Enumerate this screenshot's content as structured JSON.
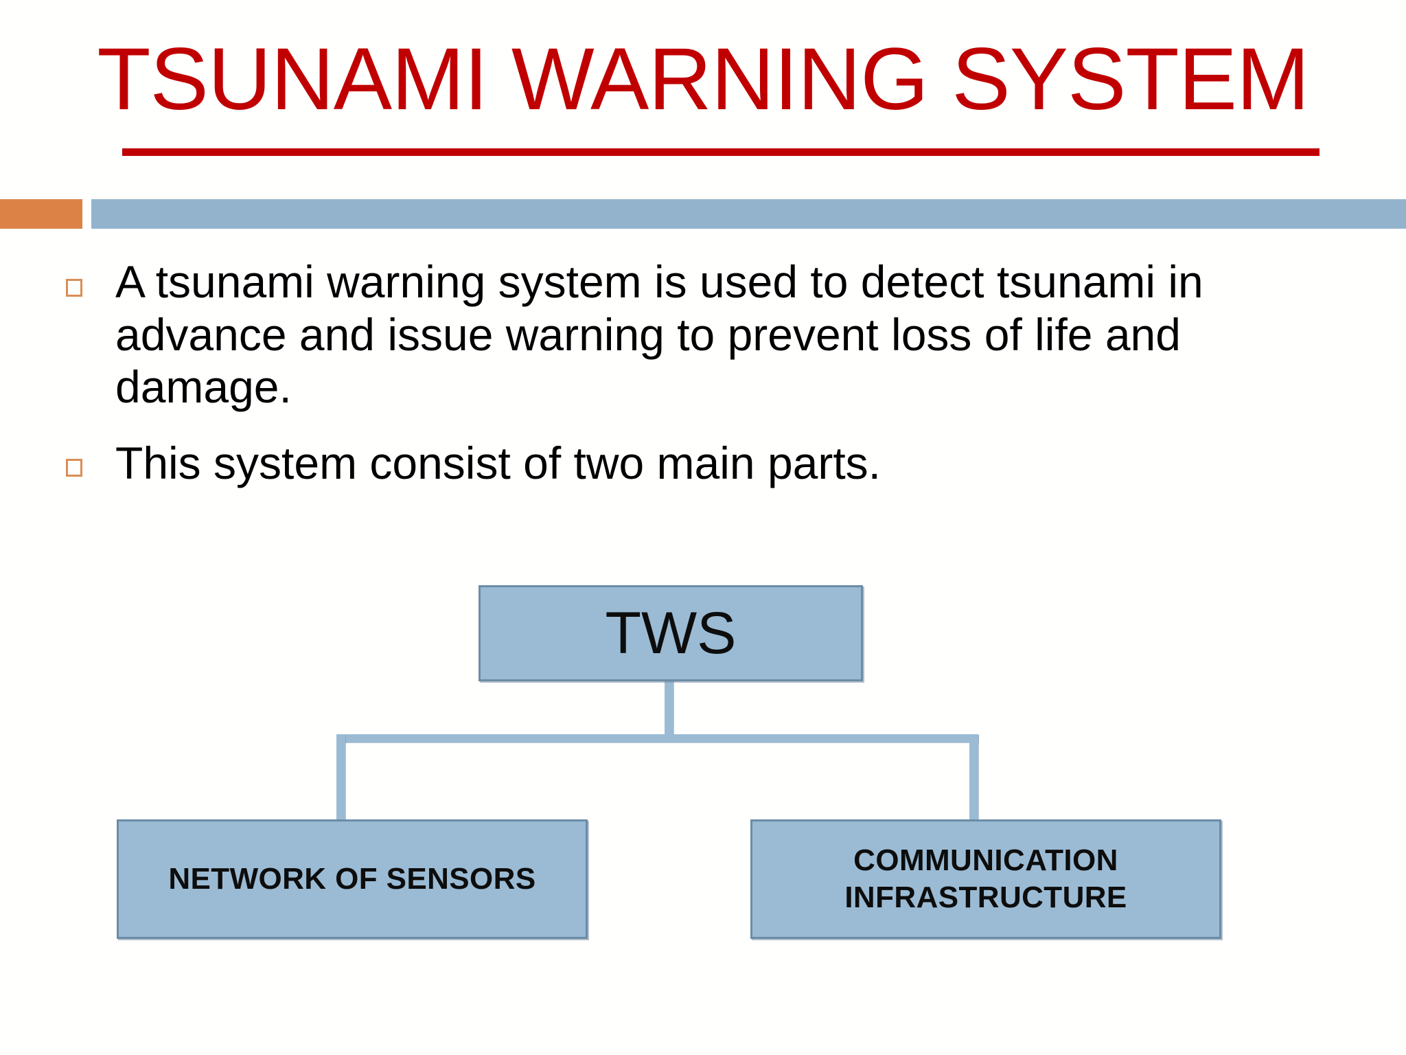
{
  "slide": {
    "title": "TSUNAMI WARNING SYSTEM",
    "title_color": "#C00000",
    "accent_orange": "#DD8247",
    "accent_blue": "#93B3CC",
    "background": "#FFFFFF"
  },
  "body": {
    "bullets": [
      {
        "marker": "hollow-square-bullet",
        "text": "A tsunami warning system is used to detect tsunami in advance and issue warning to prevent loss of life and damage."
      },
      {
        "marker": "hollow-square-bullet",
        "text": "This system consist of two main parts."
      }
    ],
    "bullet_color": "#D98E55",
    "text_color": "#000000"
  },
  "diagram": {
    "type": "org-chart",
    "node_fill": "#9BBBD4",
    "node_border": "#6B8CA6",
    "root": {
      "label": "TWS"
    },
    "children": [
      {
        "label": "NETWORK OF SENSORS"
      },
      {
        "label": "COMMUNICATION\nINFRASTRUCTURE"
      }
    ]
  }
}
